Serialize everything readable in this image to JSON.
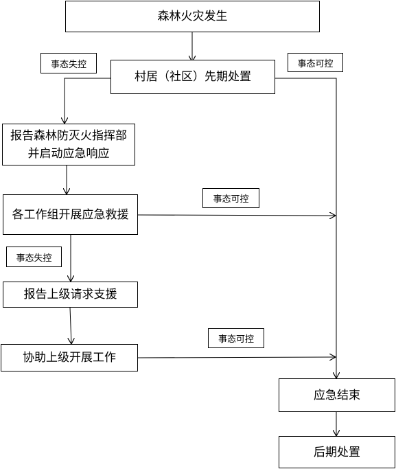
{
  "nodes": {
    "fire_occurs": "森林火灾发生",
    "village_first_response": "村居（社区）先期处置",
    "report_command": "报告森林防灭火指挥部并启动应急响应",
    "groups_rescue": "各工作组开展应急救援",
    "report_superior": "报告上级请求支援",
    "assist_superior": "协助上级开展工作",
    "emergency_end": "应急结束",
    "aftermath": "后期处置"
  },
  "labels": {
    "out_of_control_1": "事态失控",
    "controllable_1": "事态可控",
    "controllable_2": "事态可控",
    "out_of_control_2": "事态失控",
    "controllable_3": "事态可控"
  }
}
